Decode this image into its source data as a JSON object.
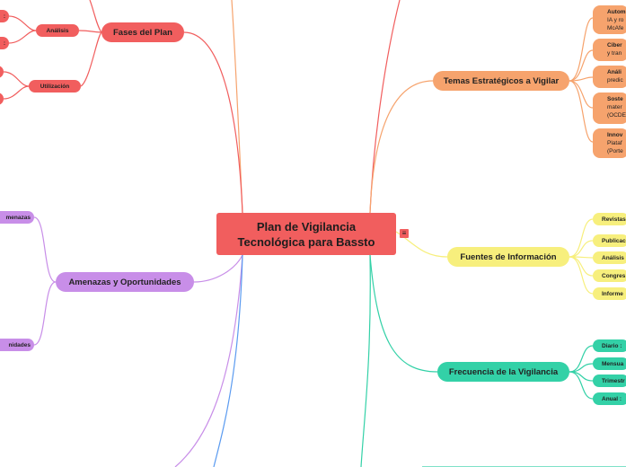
{
  "colors": {
    "red": "#f15e5e",
    "orange": "#f6a36d",
    "yellow": "#f7ef7d",
    "green": "#33d1a7",
    "purple": "#c88ee8",
    "blue": "#5b9bf0"
  },
  "central": {
    "title": "Plan de Vigilancia Tecnológica para Bassto"
  },
  "menu_icon": "hamburger-menu-icon",
  "branches": {
    "fases": {
      "label": "Fases del Plan",
      "children": {
        "analisis": {
          "label": "Análisis",
          "sub": [
            ":",
            ":"
          ]
        },
        "utilizacion": {
          "label": "Utilización"
        }
      }
    },
    "temas": {
      "label": "Temas Estratégicos a Vigilar",
      "cards": [
        {
          "title": "Autom",
          "lines": [
            "IA y ro",
            "McAfe"
          ]
        },
        {
          "title": "Ciber",
          "lines": [
            "y tran"
          ]
        },
        {
          "title": "Análi",
          "lines": [
            "predic"
          ]
        },
        {
          "title": "Soste",
          "lines": [
            "mater",
            "(OCDE"
          ]
        },
        {
          "title": "Innov",
          "lines": [
            "Plataf",
            "(Porte"
          ]
        }
      ]
    },
    "fuentes": {
      "label": "Fuentes de Información",
      "children": [
        "Revistas",
        "Publicac",
        "Análisis",
        "Congres",
        "Informe"
      ]
    },
    "frecuencia": {
      "label": "Frecuencia de la Vigilancia",
      "children": [
        "Diario :",
        "Mensua",
        "Trimestr",
        "Anual :"
      ]
    },
    "amenazas": {
      "label": "Amenazas y Oportunidades",
      "children": [
        "menazas",
        "nidades"
      ]
    }
  }
}
